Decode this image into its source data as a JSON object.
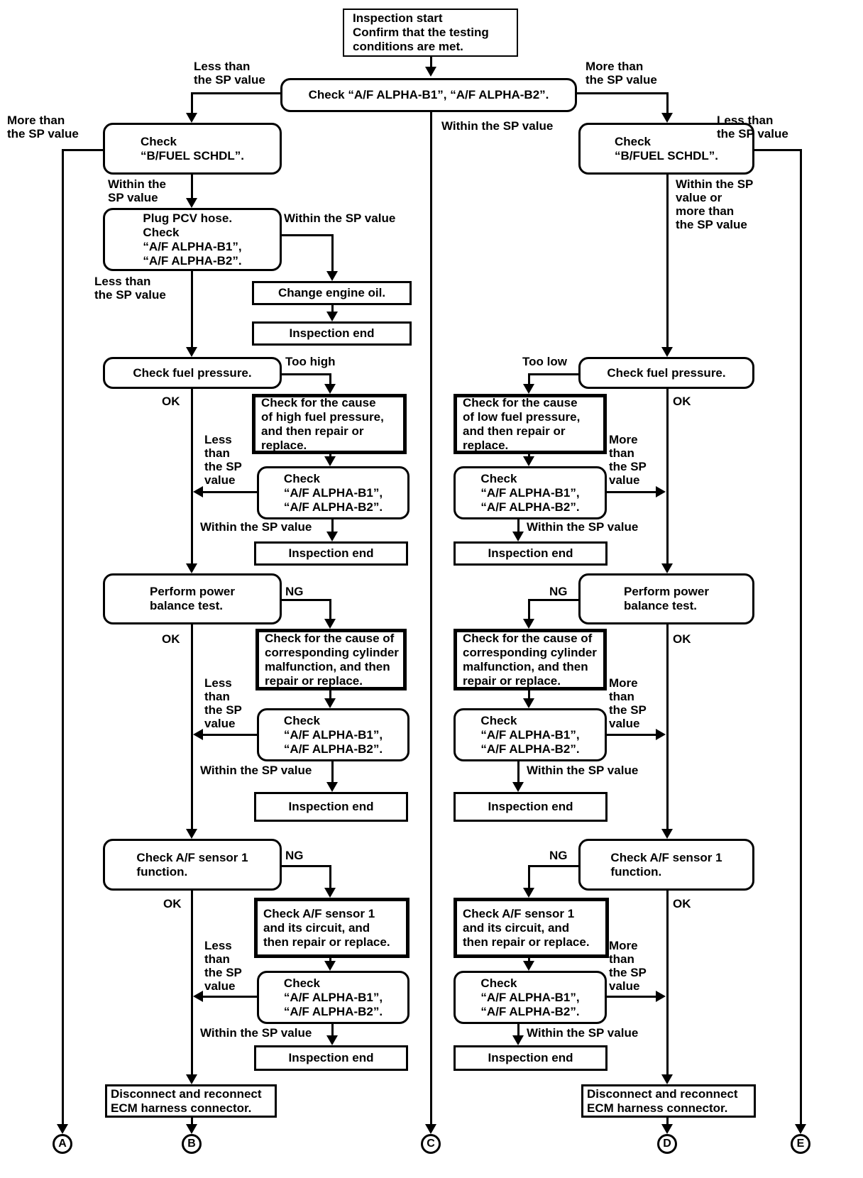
{
  "page": {
    "background": "#ffffff",
    "ink": "#000000"
  },
  "boxes": {
    "inspection_start": "Inspection start\nConfirm that the testing\nconditions are met.",
    "check_alpha_wide": "Check “A/F ALPHA-B1”, “A/F ALPHA-B2”.",
    "check_bfuel": "Check\n“B/FUEL SCHDL”.",
    "plug_pcv": "Plug PCV hose.\nCheck\n“A/F ALPHA-B1”,\n“A/F ALPHA-B2”.",
    "change_oil": "Change engine oil.",
    "inspection_end": "Inspection end",
    "check_fuel_pressure": "Check fuel pressure.",
    "cause_high": "Check for the cause\nof high fuel pressure,\nand then repair or\nreplace.",
    "cause_low": "Check for the cause\nof low fuel pressure,\nand then repair or\nreplace.",
    "check_alpha": "Check\n“A/F ALPHA-B1”,\n“A/F ALPHA-B2”.",
    "power_balance": "Perform power\nbalance test.",
    "cause_cylinder": "Check for the cause of\ncorresponding cylinder\nmalfunction, and then\nrepair or replace.",
    "check_sensor": "Check A/F sensor 1\nfunction.",
    "sensor_circuit": "Check A/F sensor 1\nand its circuit, and\nthen repair or replace.",
    "disconnect_ecm": "Disconnect and reconnect\nECM harness connector."
  },
  "labels": {
    "less_than": "Less than\nthe SP value",
    "more_than": "More than\nthe SP value",
    "within": "Within the SP value",
    "within_2l": "Within the\nSP value",
    "within_or_more": "Within the SP\nvalue or\nmore than\nthe SP value",
    "less_stack": "Less\nthan\nthe SP\nvalue",
    "more_stack": "More\nthan\nthe SP\nvalue",
    "too_high": "Too high",
    "too_low": "Too low",
    "ok": "OK",
    "ng": "NG"
  },
  "connectors": {
    "a": "A",
    "b": "B",
    "c": "C",
    "d": "D",
    "e": "E"
  }
}
